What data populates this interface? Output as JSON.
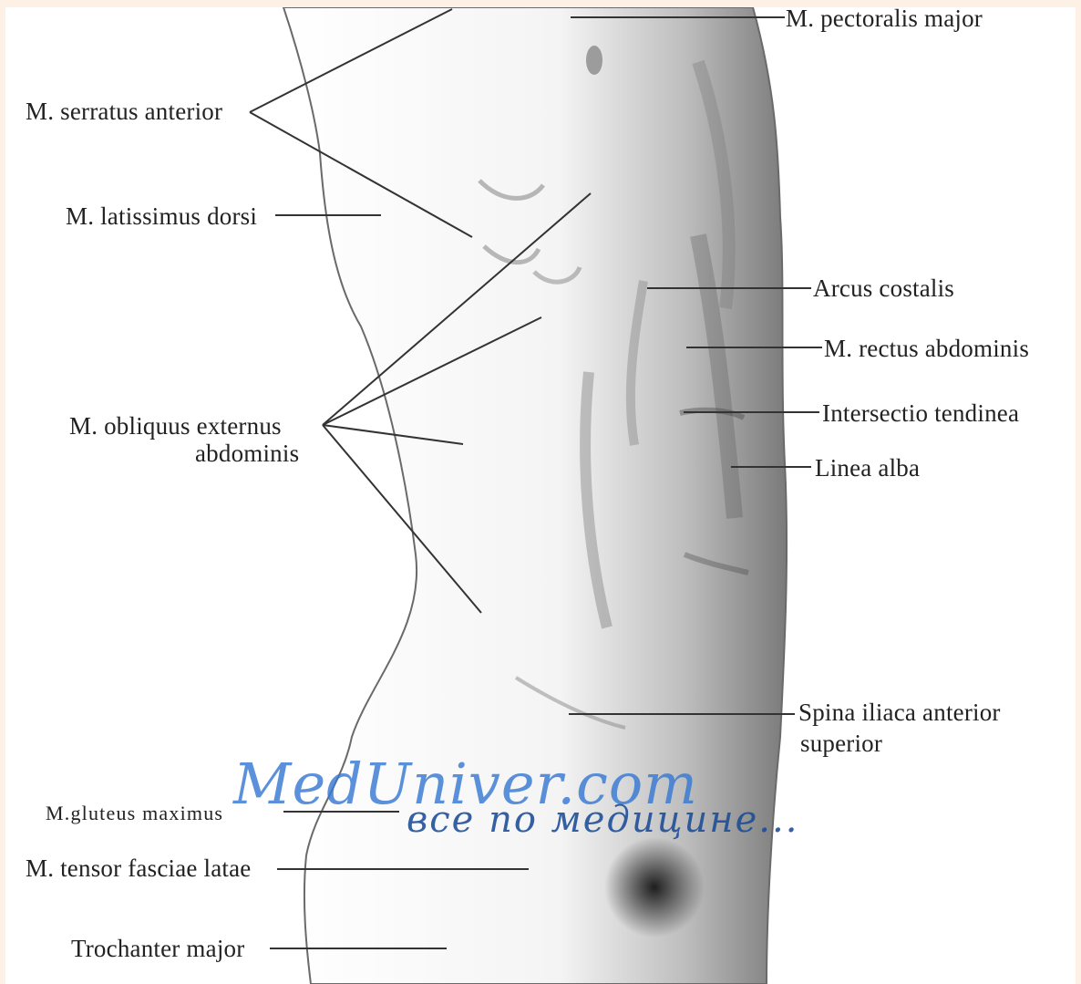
{
  "figure": {
    "labels": {
      "pectoralis_major": "M. pectoralis major",
      "serratus_anterior": "M. serratus anterior",
      "latissimus_dorsi": "M. latissimus dorsi",
      "arcus_costalis": "Arcus costalis",
      "rectus_abdominis": "M. rectus abdominis",
      "intersectio_tendinea": "Intersectio tendinea",
      "linea_alba": "Linea alba",
      "obliquus_line1": "M. obliquus externus",
      "obliquus_line2": "abdominis",
      "spina_line1": "Spina iliaca anterior",
      "spina_line2": "superior",
      "gluteus_maximus": "M.gluteus maximus",
      "tensor_fasciae": "M. tensor fasciae latae",
      "trochanter_major": "Trochanter major"
    },
    "watermark": {
      "main": "MedUniver.com",
      "sub": "все по медицине..."
    }
  }
}
